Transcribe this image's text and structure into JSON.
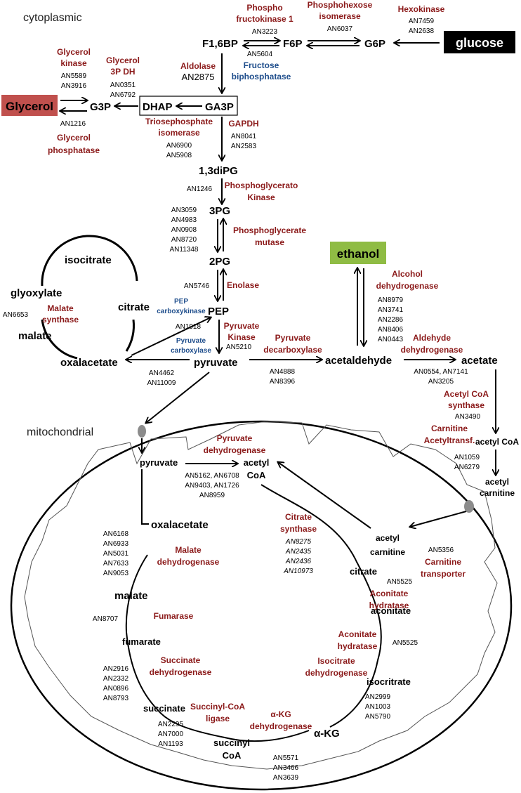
{
  "regions": {
    "cytoplasmic": "cytoplasmic",
    "mitochondrial": "mitochondrial"
  },
  "colors": {
    "enzyme": "#8b1a1a",
    "reverse_enzyme": "#1f4e8c",
    "gene": "#111111",
    "glycerol_box": "#c0504d",
    "glucose_box": "#000000",
    "ethanol_box": "#8fbc44"
  },
  "boxes": {
    "glycerol": "Glycerol",
    "glucose": "glucose",
    "ethanol": "ethanol"
  },
  "metabolites": {
    "f16bp": "F1,6BP",
    "f6p": "F6P",
    "g6p": "G6P",
    "g3p": "G3P",
    "dhap": "DHAP",
    "ga3p": "GA3P",
    "bpg": "1,3diPG",
    "pg3": "3PG",
    "pg2": "2PG",
    "pep": "PEP",
    "pyruvate": "pyruvate",
    "oxalacetate": "oxalacetate",
    "isocitrate": "isocitrate",
    "glyoxylate": "glyoxylate",
    "citrate": "citrate",
    "malate": "malate",
    "acetaldehyde": "acetaldehyde",
    "acetate": "acetate",
    "acetyl_coa_cyt": "acetyl CoA",
    "acetyl_carnitine_1": "acetyl",
    "acetyl_carnitine_2": "carnitine",
    "m_pyruvate": "pyruvate",
    "m_acetyl": "acetyl",
    "m_coa": "CoA",
    "m_acetyl_carnitine_1": "acetyl",
    "m_acetyl_carnitine_2": "carnitine",
    "m_oxalacetate": "oxalacetate",
    "m_citrate": "citrate",
    "m_aconitate": "aconitate",
    "m_isocitrate": "isocritrate",
    "m_akg": "α-KG",
    "m_succinyl": "succinyl",
    "m_succinyl_coa": "CoA",
    "m_succinate": "succinate",
    "m_fumarate": "fumarate",
    "m_malate": "malate"
  },
  "enzymes": {
    "pfk": [
      "Phospho",
      "fructokinase 1"
    ],
    "pfk_genes": "AN3223",
    "pgi": [
      "Phosphohexose",
      "isomerase"
    ],
    "pgi_genes": "AN6037",
    "hex": [
      "Hexokinase"
    ],
    "hex_genes": [
      "AN7459",
      "AN2638"
    ],
    "fbp_gene": "AN5604",
    "fbp": [
      "Fructose",
      "biphosphatase"
    ],
    "aldolase": "Aldolase",
    "aldolase_gene": "AN2875",
    "glyk": [
      "Glycerol",
      "kinase"
    ],
    "glyk_genes": [
      "AN5589",
      "AN3916"
    ],
    "g3pdh": [
      "Glycerol",
      "3P DH"
    ],
    "g3pdh_genes": [
      "AN0351",
      "AN6792"
    ],
    "glyp_gene": "AN1216",
    "glyp": [
      "Glycerol",
      "phosphatase"
    ],
    "tpi": [
      "Triosephosphate",
      "isomerase"
    ],
    "tpi_genes": [
      "AN6900",
      "AN5908"
    ],
    "gapdh": "GAPDH",
    "gapdh_genes": [
      "AN8041",
      "AN2583"
    ],
    "pgk_gene": "AN1246",
    "pgk": [
      "Phosphoglycerato",
      "Kinase"
    ],
    "pgm_genes": [
      "AN3059",
      "AN4983",
      "AN0908",
      "AN8720",
      "AN11348"
    ],
    "pgm": [
      "Phosphoglycerate",
      "mutase"
    ],
    "eno_gene": "AN5746",
    "eno": "Enolase",
    "ms_gene": "AN6653",
    "ms": [
      "Malate",
      "synthase"
    ],
    "pepck": [
      "PEP",
      "carboxykinase"
    ],
    "pepck_gene": "AN1918",
    "pc": [
      "Pyruvate",
      "carboxylase"
    ],
    "pc_genes": [
      "AN4462",
      "AN11009"
    ],
    "pk": [
      "Pyruvate",
      "Kinase"
    ],
    "pk_gene": "AN5210",
    "pdc": [
      "Pyruvate",
      "decarboxylase"
    ],
    "pdc_genes": [
      "AN4888",
      "AN8396"
    ],
    "adh": [
      "Alcohol",
      "dehydrogenase"
    ],
    "adh_genes": [
      "AN8979",
      "AN3741",
      "AN2286",
      "AN8406",
      "AN0443"
    ],
    "aldh": [
      "Aldehyde",
      "dehydrogenase"
    ],
    "aldh_genes": [
      "AN0554, AN7141",
      "AN3205"
    ],
    "acs": [
      "Acetyl CoA",
      "synthase"
    ],
    "acs_gene": "AN3490",
    "cat": [
      "Carnitine",
      "Acetyltransf."
    ],
    "cat_genes": [
      "AN1059",
      "AN6279"
    ],
    "pdh": [
      "Pyruvate",
      "dehydrogenase"
    ],
    "pdh_genes": [
      "AN5162, AN6708",
      "AN9403, AN1726",
      "AN8959"
    ],
    "ct_gene": "AN5356",
    "ct": [
      "Carnitine",
      "transporter"
    ],
    "cs": [
      "Citrate",
      "synthase"
    ],
    "cs_genes": [
      "AN8275",
      "AN2435",
      "AN2436",
      "AN10973"
    ],
    "mdh_genes": [
      "AN6168",
      "AN6933",
      "AN5031",
      "AN7633",
      "AN9053"
    ],
    "mdh": [
      "Malate",
      "dehydrogenase"
    ],
    "aco1": [
      "Aconitate",
      "hydratase"
    ],
    "aco1_gene": "AN5525",
    "aco2": [
      "Aconitate",
      "hydratase"
    ],
    "aco2_gene": "AN5525",
    "fum_gene": "AN8707",
    "fum": "Fumarase",
    "sdh": [
      "Succinate",
      "dehydrogenase"
    ],
    "sdh_genes": [
      "AN2916",
      "AN2332",
      "AN0896",
      "AN8793"
    ],
    "idh": [
      "Isocitrate",
      "dehydrogenase"
    ],
    "idh_genes": [
      "AN2999",
      "AN1003",
      "AN5790"
    ],
    "scs": [
      "Succinyl-CoA",
      "ligase"
    ],
    "scs_genes": [
      "AN2295",
      "AN7000",
      "AN1193"
    ],
    "akgdh": [
      "α-KG",
      "dehydrogenase"
    ],
    "akgdh_genes": [
      "AN5571",
      "AN3466",
      "AN3639"
    ]
  }
}
